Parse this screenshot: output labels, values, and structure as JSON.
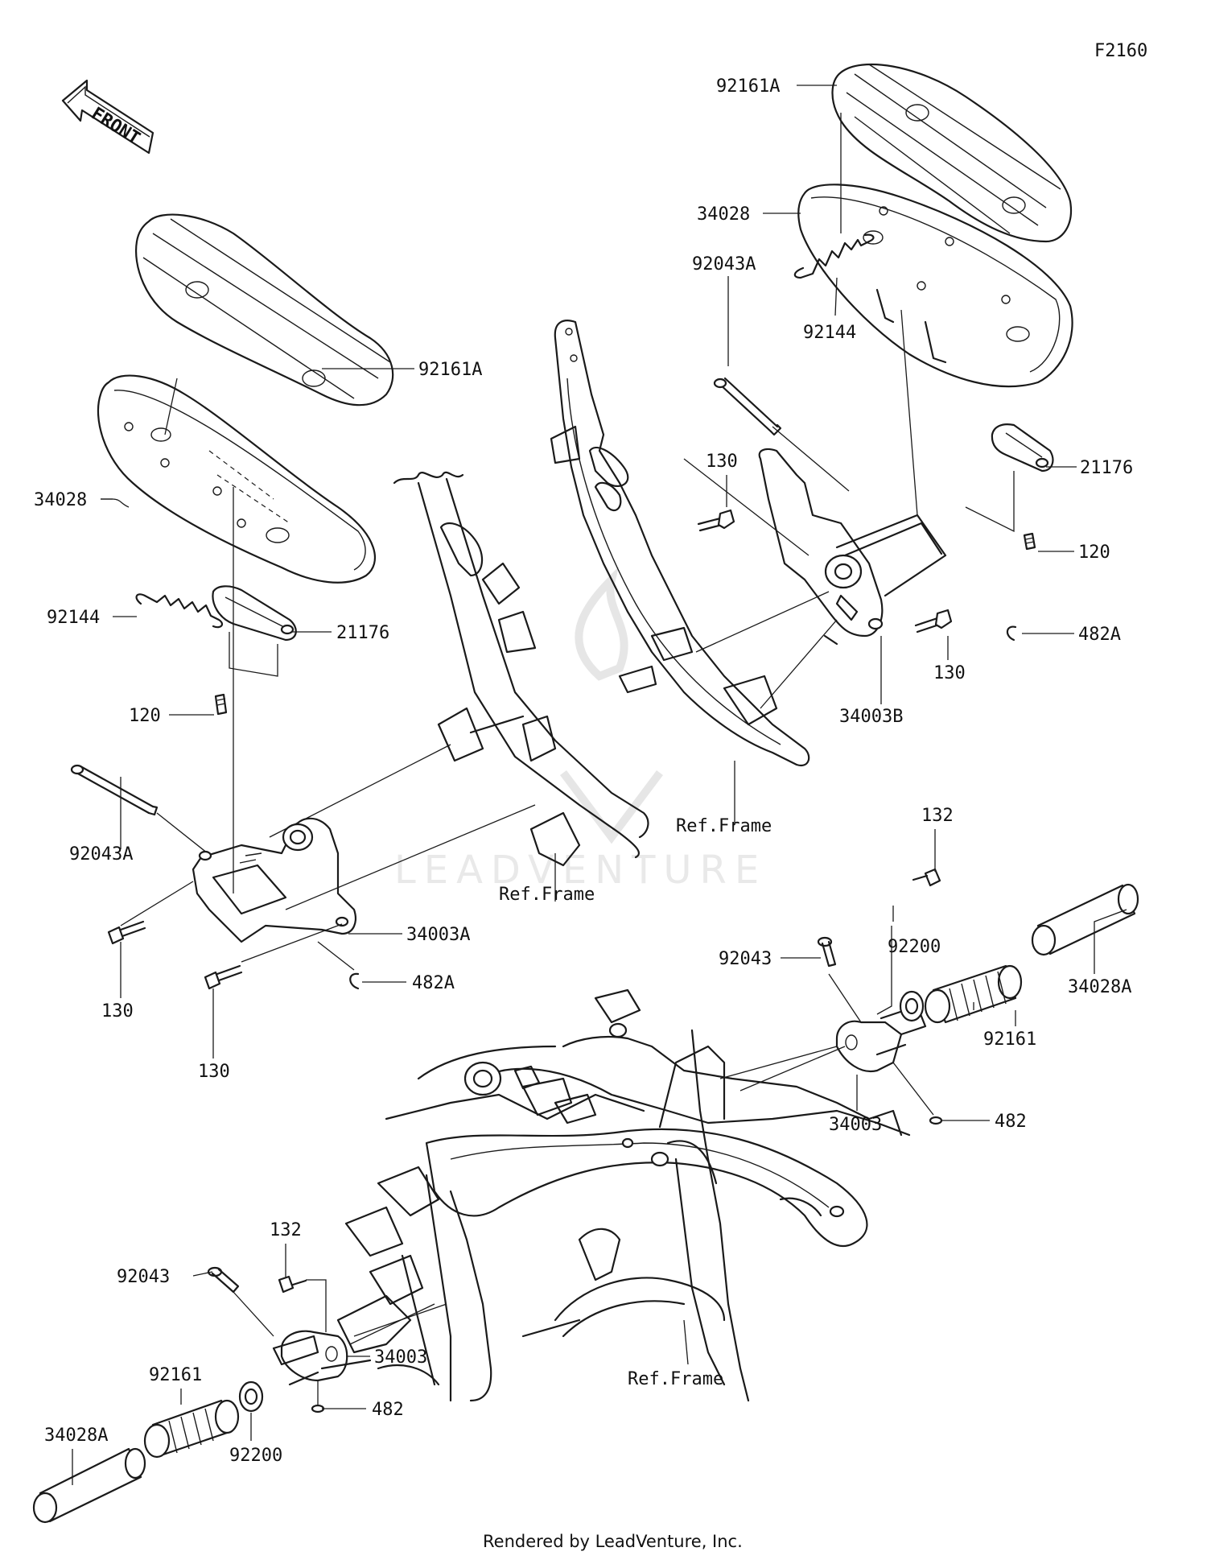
{
  "diagram_code": "F2160",
  "front_label": "FRONT",
  "footer": "Rendered by LeadVenture, Inc.",
  "watermark": "LEADVENTURE",
  "callouts": {
    "right_board_92161A": "92161A",
    "right_board_34028": "34028",
    "right_92043A": "92043A",
    "right_92144": "92144",
    "right_21176": "21176",
    "right_130_top": "130",
    "right_120": "120",
    "right_482A": "482A",
    "right_130_bottom": "130",
    "right_34003B": "34003B",
    "ref_frame_upper_right": "Ref.Frame",
    "left_92161A": "92161A",
    "left_34028": "34028",
    "left_92144": "92144",
    "left_21176": "21176",
    "left_120": "120",
    "left_92043A": "92043A",
    "left_34003A": "34003A",
    "ref_frame_upper_left": "Ref.Frame",
    "left_130_a": "130",
    "left_482A": "482A",
    "left_130_b": "130",
    "peg_r_132": "132",
    "peg_r_92043": "92043",
    "peg_r_92200": "92200",
    "peg_r_34028A": "34028A",
    "peg_r_92161": "92161",
    "peg_r_34003": "34003",
    "peg_r_482": "482",
    "peg_l_132": "132",
    "peg_l_92043": "92043",
    "peg_l_34003": "34003",
    "peg_l_92161": "92161",
    "peg_l_482": "482",
    "peg_l_34028A": "34028A",
    "peg_l_92200": "92200",
    "ref_frame_lower": "Ref.Frame"
  }
}
